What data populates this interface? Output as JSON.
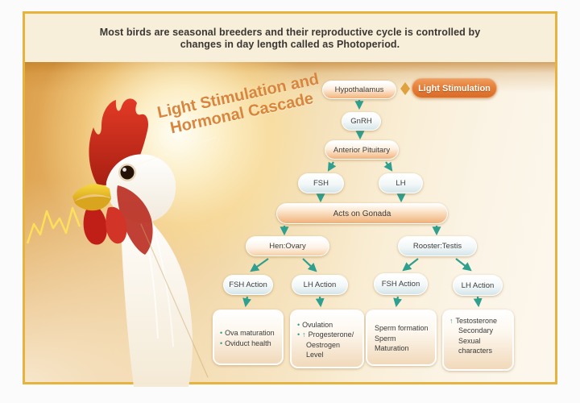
{
  "header": {
    "line1": "Most birds are seasonal breeders and their reproductive cycle is controlled by",
    "line2": "changes in day length called as Photoperiod."
  },
  "title": {
    "line1": "Light Stimulation and",
    "line2": "Hormonal Cascade"
  },
  "flowchart": {
    "hypothalamus": "Hypothalamus",
    "light_stimulation": "Light Stimulation",
    "gnrh": "GnRH",
    "anterior_pituitary": "Anterior Pituitary",
    "fsh": "FSH",
    "lh": "LH",
    "acts_on_gonada": "Acts on Gonada",
    "hen_ovary": "Hen:Ovary",
    "rooster_testis": "Rooster:Testis",
    "fsh_action_hen": "FSH Action",
    "lh_action_hen": "LH Action",
    "fsh_action_rooster": "FSH Action",
    "lh_action_rooster": "LH Action"
  },
  "outcomes": [
    {
      "id": "hen-fsh",
      "lines": [
        {
          "bullet": true,
          "text": "Ova maturation"
        },
        {
          "bullet": true,
          "text": "Oviduct health"
        }
      ]
    },
    {
      "id": "hen-lh",
      "lines": [
        {
          "bullet": true,
          "text": "Ovulation"
        },
        {
          "bullet": true,
          "up": true,
          "text": "Progesterone/"
        },
        {
          "indent": true,
          "text": "Oestrogen Level"
        }
      ]
    },
    {
      "id": "rooster-fsh",
      "lines": [
        {
          "text": "Sperm formation"
        },
        {
          "text": "Sperm Maturation"
        }
      ]
    },
    {
      "id": "rooster-lh",
      "lines": [
        {
          "up": true,
          "text": "Testosterone"
        },
        {
          "indent": true,
          "text": "Secondary"
        },
        {
          "indent": true,
          "text": "Sexual"
        },
        {
          "indent": true,
          "text": "characters"
        }
      ]
    }
  ],
  "colors": {
    "card_border": "#e6b33f",
    "header_bg": "#f8efdb",
    "accent_orange": "#e07a33",
    "arrow_teal": "#2f9f8f",
    "title_orange": "#d8853e",
    "comb_red": "#cd2a1c",
    "beak_yellow": "#f2c829"
  }
}
